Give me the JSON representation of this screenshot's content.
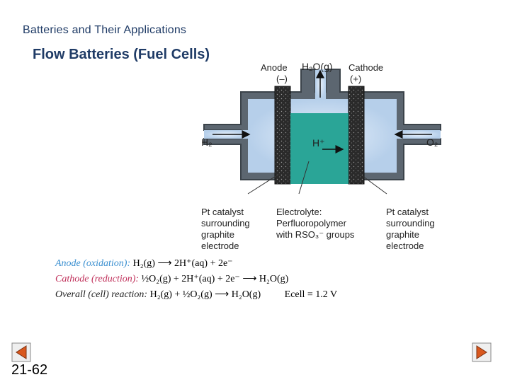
{
  "header": {
    "chapter_title": "Batteries and Their Applications",
    "section_title": "Flow Batteries (Fuel Cells)"
  },
  "diagram": {
    "anode_label": "Anode",
    "anode_sign": "(–)",
    "cathode_label": "Cathode",
    "cathode_sign": "(+)",
    "outlet_label": "H₂O(g)",
    "inlet_left": "H₂",
    "inlet_right": "O₂",
    "ion_label": "H⁺",
    "left_catalyst": [
      "Pt catalyst",
      "surrounding",
      "graphite",
      "electrode"
    ],
    "electrolyte": [
      "Electrolyte:",
      "Perfluoropolymer",
      "with RSO₃⁻ groups"
    ],
    "right_catalyst": [
      "Pt catalyst",
      "surrounding",
      "graphite",
      "electrode"
    ]
  },
  "equations": {
    "anode_tag": "Anode (oxidation):",
    "anode_eq": "H₂(g) ⟶ 2H⁺(aq) + 2e⁻",
    "cathode_tag": "Cathode (reduction):",
    "cathode_eq": "½O₂(g) + 2H⁺(aq) + 2e⁻ ⟶ H₂O(g)",
    "overall_tag": "Overall (cell) reaction:",
    "overall_eq": "H₂(g) + ½O₂(g) ⟶ H₂O(g)",
    "ecell": "Ecell = 1.2 V"
  },
  "colors": {
    "anode_tag": "#3a8fd0",
    "cathode_tag": "#c0305a",
    "overall_tag": "#222222",
    "title": "#1f3b66",
    "electrolyte": "#2aa597",
    "nav_button": "#d9581e"
  },
  "footer": {
    "slide_number": "21-62",
    "prev_icon": "previous-arrow-icon",
    "next_icon": "next-arrow-icon"
  }
}
